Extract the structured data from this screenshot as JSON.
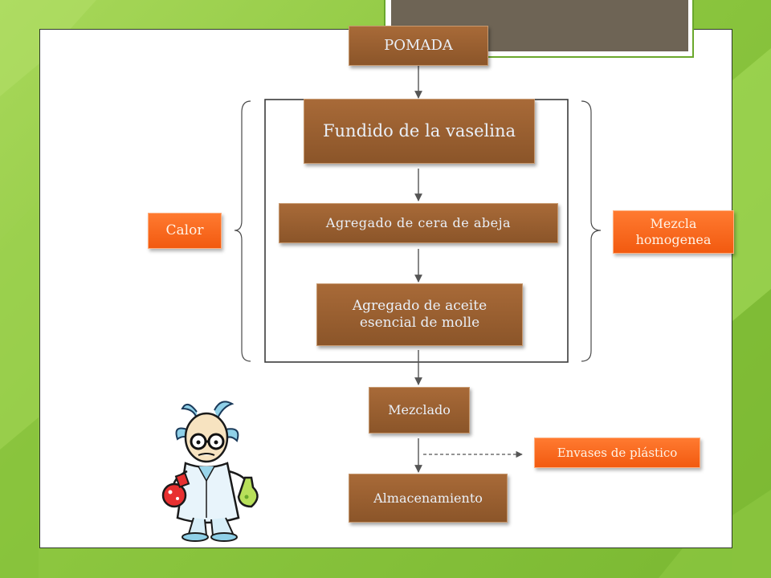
{
  "nodes": {
    "pomada": "POMADA",
    "fundido": "Fundido de la vaselina",
    "agregado_cera": "Agregado de cera de abeja",
    "agregado_aceite": "Agregado de aceite esencial de molle",
    "mezclado": "Mezclado",
    "almacenamiento": "Almacenamiento",
    "calor": "Calor",
    "mezcla": "Mezcla homogenea",
    "envases": "Envases de plástico"
  },
  "colors": {
    "process_box": "#96602f",
    "annotation_box": "#f76a20",
    "connector": "#555555"
  },
  "icons": {
    "illustration": "scientist-with-flasks-icon"
  }
}
